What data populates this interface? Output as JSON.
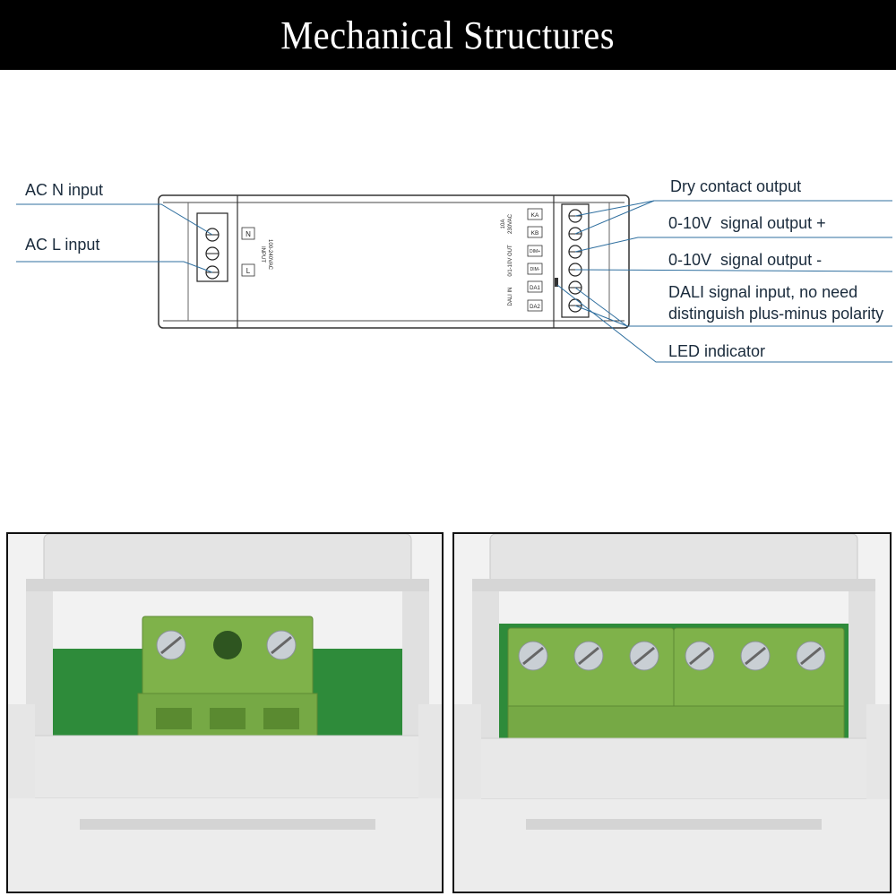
{
  "title": "Mechanical Structures",
  "colors": {
    "title_bg": "#000000",
    "title_fg": "#ffffff",
    "callout_line": "#2f6f9f",
    "label_text": "#1a2b3c",
    "terminal_green": "#7fb24a",
    "housing_gray": "#e6e6e6",
    "pcb_green": "#2e8b3a"
  },
  "diagram": {
    "left_labels": [
      {
        "id": "ac-n",
        "text": "AC N input"
      },
      {
        "id": "ac-l",
        "text": "AC L input"
      }
    ],
    "right_labels": [
      {
        "id": "dry",
        "text": "Dry contact output"
      },
      {
        "id": "plus",
        "text": "0-10V  signal output +"
      },
      {
        "id": "minus",
        "text": "0-10V  signal output -"
      },
      {
        "id": "dali1",
        "text": "DALI signal input, no need"
      },
      {
        "id": "dali2",
        "text": "distinguish plus-minus polarity"
      },
      {
        "id": "led",
        "text": "LED indicator"
      }
    ],
    "device": {
      "input_terminals": [
        "N",
        "L"
      ],
      "input_text_1": "INPUT",
      "input_text_2": "100-240VAC",
      "output_terminals": [
        "KA",
        "KB",
        "DIM+",
        "DIM-",
        "DA1",
        "DA2"
      ],
      "relay_text_1": "10A",
      "relay_text_2": "230VAC",
      "dim_text": "0/1-10V OUT",
      "dali_text": "DALI IN"
    }
  },
  "photos": [
    {
      "id": "left-photo",
      "icon": "terminal-block-3-pin"
    },
    {
      "id": "right-photo",
      "icon": "terminal-block-6-pin"
    }
  ]
}
